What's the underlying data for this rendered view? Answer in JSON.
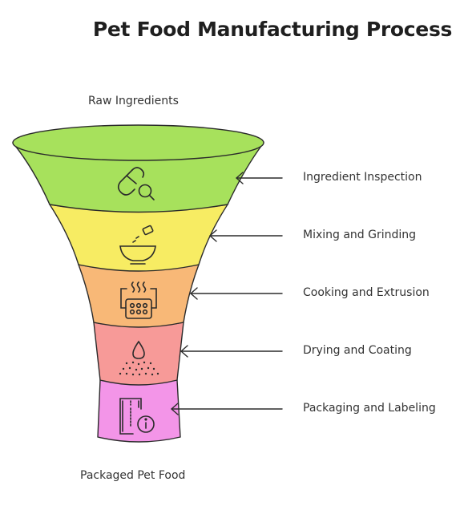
{
  "title": "Pet Food Manufacturing Process",
  "input_label": "Raw Ingredients",
  "output_label": "Packaged Pet Food",
  "stages": [
    {
      "label": "Ingredient Inspection",
      "color": "#a7e15c",
      "icon": "pill-magnifier-icon"
    },
    {
      "label": "Mixing and Grinding",
      "color": "#f7ec63",
      "icon": "bowl-icon"
    },
    {
      "label": "Cooking and Extrusion",
      "color": "#f8b877",
      "icon": "oven-icon"
    },
    {
      "label": "Drying and Coating",
      "color": "#f79a98",
      "icon": "droplet-spray-icon"
    },
    {
      "label": "Packaging and Labeling",
      "color": "#f395e8",
      "icon": "package-info-icon"
    }
  ]
}
